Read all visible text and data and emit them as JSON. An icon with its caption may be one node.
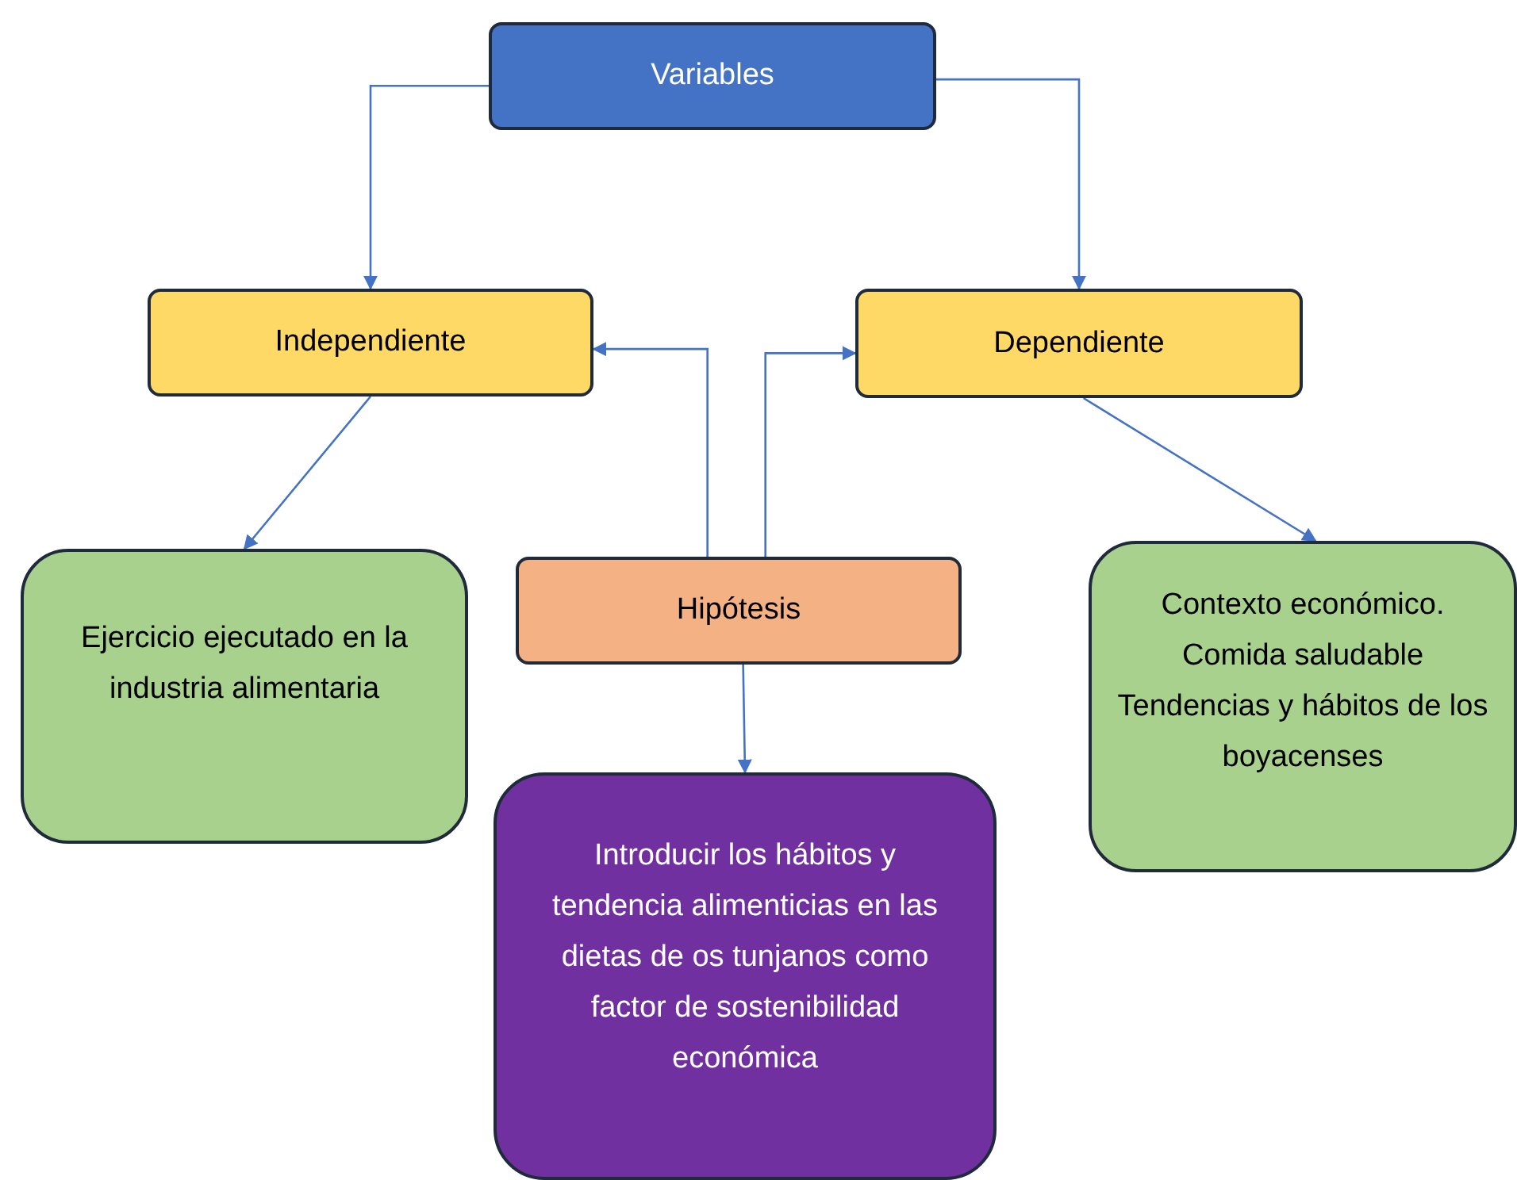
{
  "diagram": {
    "nodes": [
      {
        "text": [
          "Variables"
        ]
      },
      {
        "text": [
          "Independiente"
        ]
      },
      {
        "text": [
          "Dependiente"
        ]
      },
      {
        "text": [
          "Ejercicio ejecutado en la industria alimentaria"
        ]
      },
      {
        "text": [
          "Hipótesis"
        ]
      },
      {
        "text": [
          "Introducir los hábitos y tendencia alimenticias en las dietas de os tunjanos como factor de sostenibilidad económica"
        ]
      },
      {
        "text": [
          "Contexto económico. Comida saludable Tendencias y hábitos de los boyacenses"
        ]
      }
    ],
    "edges": [
      {
        "from": 0,
        "to": 1,
        "arrow": "to"
      },
      {
        "from": 0,
        "to": 2,
        "arrow": "to"
      },
      {
        "from": 1,
        "to": 3,
        "arrow": "to"
      },
      {
        "from": 2,
        "to": 6,
        "arrow": "to"
      },
      {
        "from": 4,
        "to": 1,
        "arrow": "to"
      },
      {
        "from": 4,
        "to": 2,
        "arrow": "to"
      },
      {
        "from": 4,
        "to": 5,
        "arrow": "to"
      }
    ]
  }
}
